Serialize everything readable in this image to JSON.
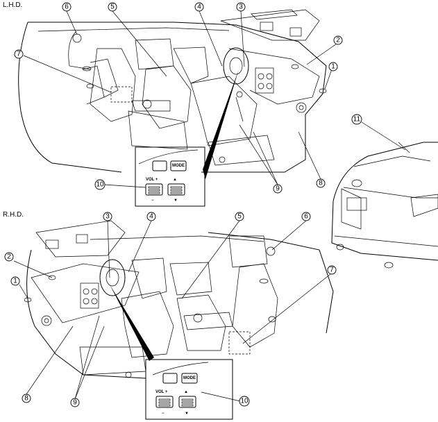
{
  "sections": {
    "lhd": "L.H.D.",
    "rhd": "R.H.D."
  },
  "switch_panel": {
    "mode_label": "MODE",
    "vol_label": "VOL +",
    "minus_label": "−",
    "up_label": "▲",
    "down_label": "▼"
  },
  "callouts": {
    "lhd": [
      "6",
      "5",
      "4",
      "3",
      "2",
      "1",
      "7",
      "9",
      "8",
      "10"
    ],
    "rhd": [
      "3",
      "4",
      "5",
      "6",
      "2",
      "1",
      "7",
      "8",
      "9",
      "10"
    ],
    "rear": [
      "11"
    ]
  }
}
